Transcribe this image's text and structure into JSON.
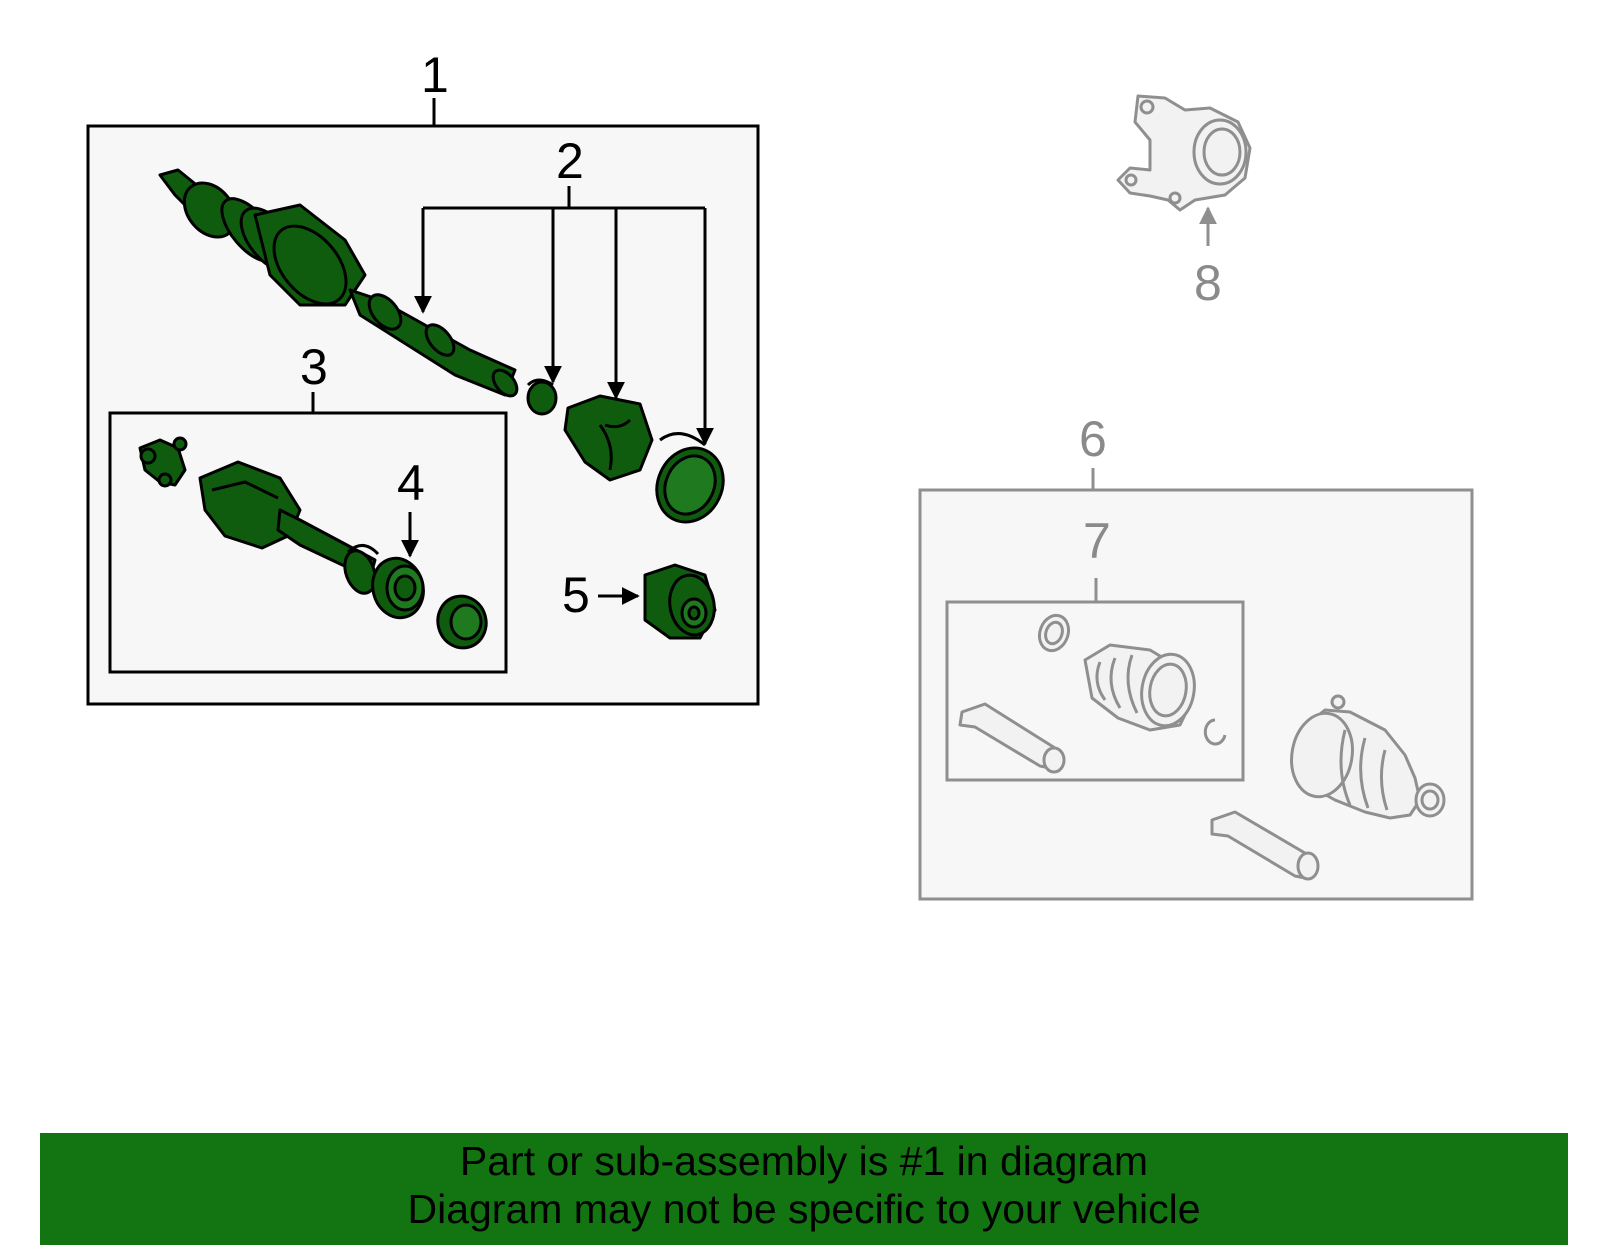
{
  "callouts": {
    "c1": "1",
    "c2": "2",
    "c3": "3",
    "c4": "4",
    "c5": "5",
    "c6": "6",
    "c7": "7",
    "c8": "8"
  },
  "colors": {
    "active_part": "#0f5c0f",
    "inactive_part": "#8f8f8f",
    "footer_background": "#127512",
    "box_fill": "#f7f7f7"
  },
  "footer": {
    "line1": "Part or sub-assembly is #1 in diagram",
    "line2": "Diagram may not be specific to your vehicle"
  }
}
